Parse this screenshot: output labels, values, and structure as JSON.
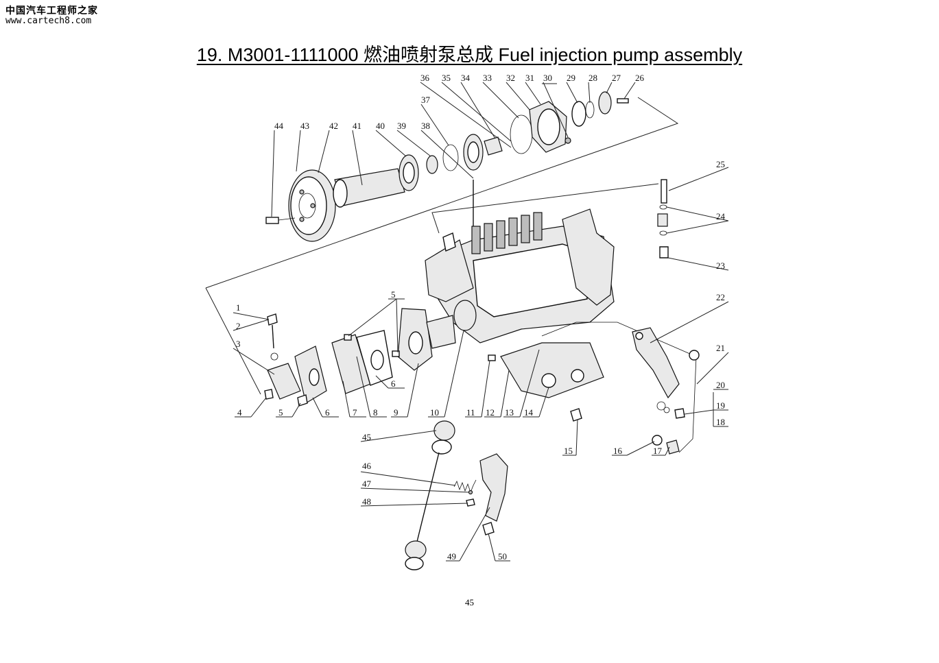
{
  "watermark": {
    "cn": "中国汽车工程师之家",
    "url": "www.cartech8.com"
  },
  "title": "19. M3001-1111000  燃油喷射泵总成 Fuel injection pump assembly",
  "page_number": "45",
  "callouts": [
    "1",
    "2",
    "3",
    "4",
    "5",
    "6",
    "7",
    "8",
    "9",
    "10",
    "11",
    "12",
    "13",
    "14",
    "15",
    "16",
    "17",
    "18",
    "19",
    "20",
    "21",
    "22",
    "23",
    "24",
    "25",
    "26",
    "27",
    "28",
    "29",
    "30",
    "31",
    "32",
    "33",
    "34",
    "35",
    "36",
    "37",
    "38",
    "39",
    "40",
    "41",
    "42",
    "43",
    "44",
    "45",
    "46",
    "47",
    "48",
    "49",
    "50"
  ]
}
